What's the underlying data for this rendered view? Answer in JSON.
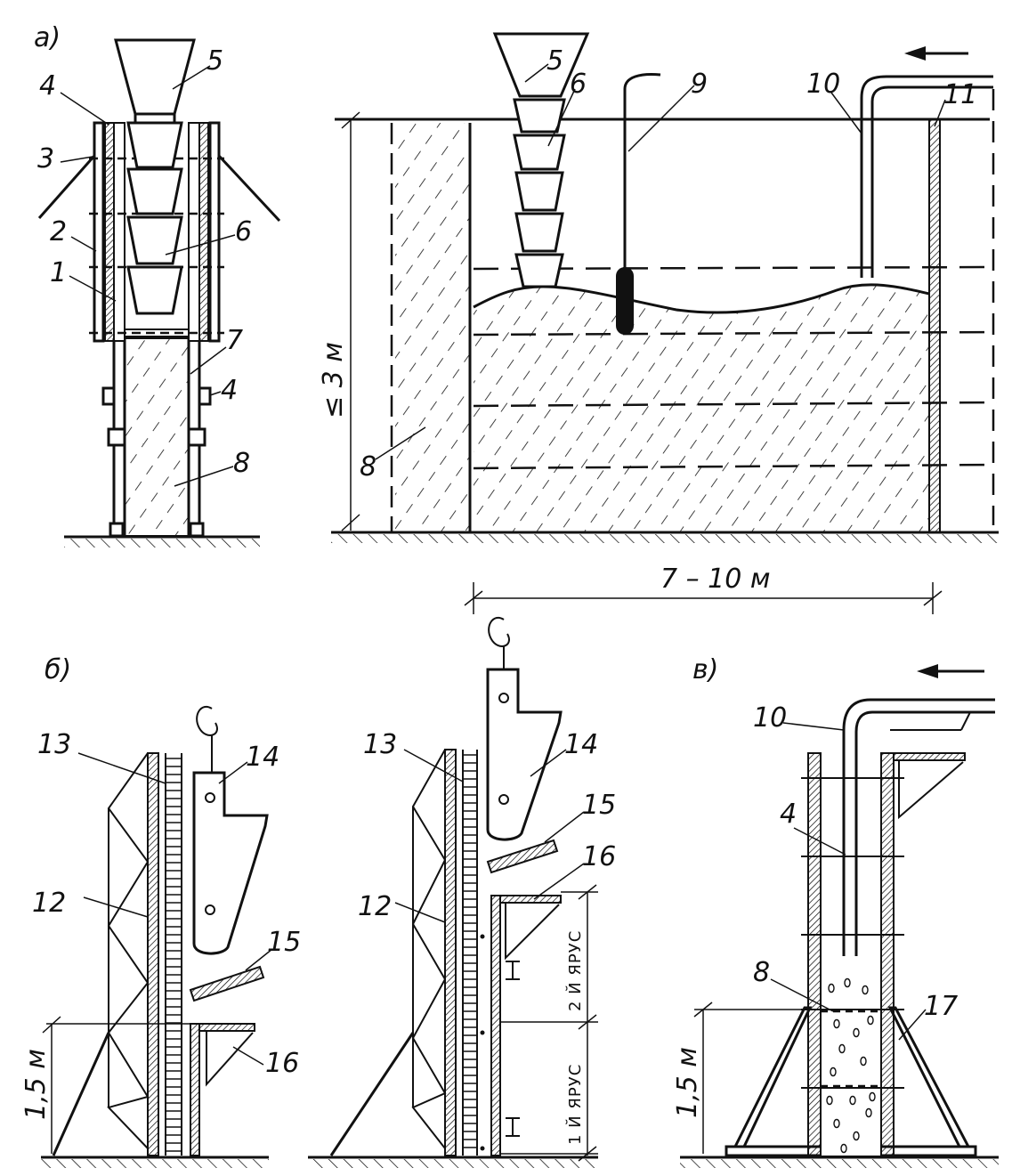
{
  "panels": {
    "a": "а)",
    "b": "б)",
    "v": "в)"
  },
  "callouts": {
    "n1": "1",
    "n2": "2",
    "n3": "3",
    "n4": "4",
    "n5": "5",
    "n6": "6",
    "n7": "7",
    "n8": "8",
    "n9": "9",
    "n10": "10",
    "n11": "11",
    "n12": "12",
    "n13": "13",
    "n14": "14",
    "n15": "15",
    "n16": "16",
    "n17": "17"
  },
  "dimensions": {
    "height_max": "≤ 3 м",
    "span": "7 – 10 м",
    "height_b": "1,5 м",
    "height_v": "1,5 м"
  },
  "tiers": {
    "tier2": "2 Й ЯРУС",
    "tier1": "1 Й ЯРУС"
  }
}
